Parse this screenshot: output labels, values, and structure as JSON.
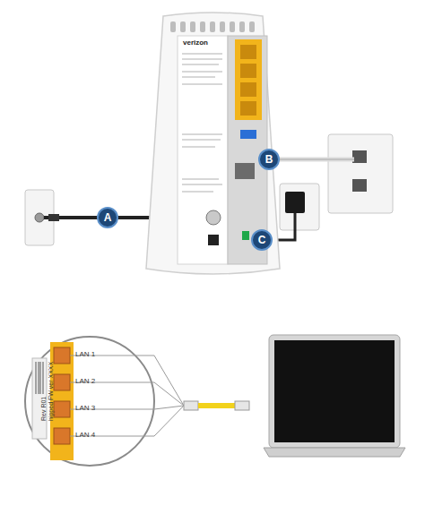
{
  "diagram": {
    "nodes": [
      {
        "text": [
          "A"
        ]
      },
      {
        "text": [
          "B"
        ]
      },
      {
        "text": [
          "C"
        ]
      }
    ],
    "labels": [
      "verizon",
      "LAN 1",
      "LAN 2",
      "LAN 3",
      "LAN 4",
      "Rev R01",
      "hipped FW ver XXXX"
    ]
  }
}
